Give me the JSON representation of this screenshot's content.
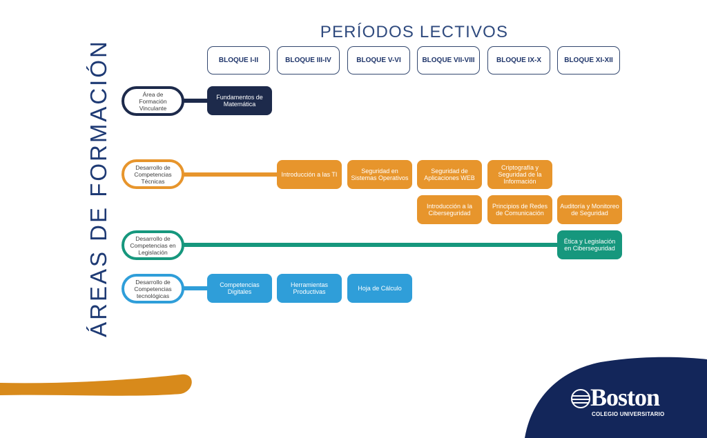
{
  "header": "PERÍODOS LECTIVOS",
  "vertical_title": "ÁREAS DE FORMACIÓN",
  "bloques": [
    "BLOQUE I-II",
    "BLOQUE III-IV",
    "BLOQUE V-VI",
    "BLOQUE VII-VIII",
    "BLOQUE IX-X",
    "BLOQUE XI-XII"
  ],
  "areas": {
    "vinculante": "Área de Formación Vinculante",
    "tecnicas": "Desarrollo de Competencias Técnicas",
    "legislacion": "Desarrollo de Competencias en Legislación",
    "tecnologicas": "Desarrollo de Competencias tecnológicas"
  },
  "courses": {
    "fundamentos": "Fundamentos de Matemática",
    "intro_ti": "Introducción a las TI",
    "seg_so": "Seguridad en Sistemas Operativos",
    "seg_web": "Seguridad de Aplicaciones WEB",
    "cripto": "Criptografía y Seguridad de la Información",
    "intro_ciber": "Introducción a la Ciberseguridad",
    "redes": "Principios de Redes de Comunicación",
    "auditoria": "Auditoría y Monitoreo de Seguridad",
    "etica": "Ética y Legislación en Ciberseguridad",
    "comp_dig": "Competencias Digitales",
    "herramientas": "Herramientas Productivas",
    "hoja": "Hoja de Cálculo"
  },
  "logo": {
    "name": "Boston",
    "subtitle": "COLEGIO UNIVERSITARIO"
  },
  "colors": {
    "navy": "#1d2a4b",
    "orange": "#e7952c",
    "teal": "#16977d",
    "blue": "#2f9ed9",
    "title_blue": "#2f4a7e",
    "decor_orange": "#d88a1b"
  }
}
